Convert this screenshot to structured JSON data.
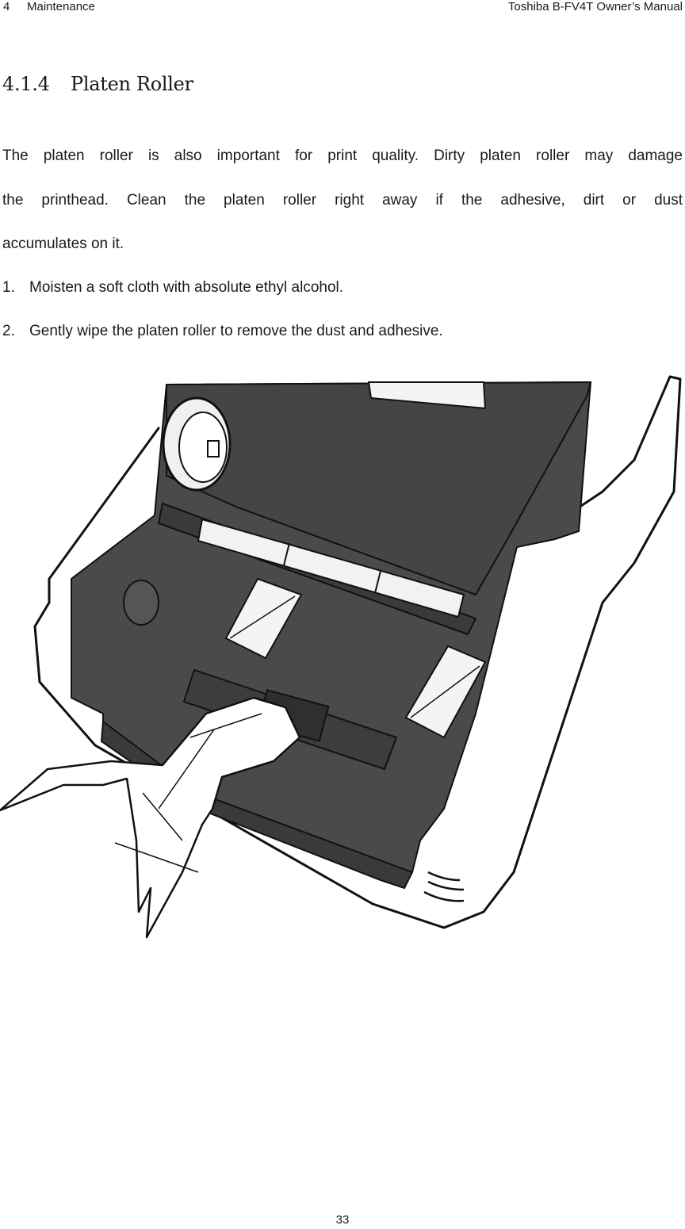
{
  "header": {
    "chapter_number": "4",
    "chapter_title": "Maintenance",
    "manual_title": "Toshiba B-FV4T Owner’s Manual"
  },
  "section": {
    "number": "4.1.4",
    "title": "Platen Roller"
  },
  "intro": {
    "line1": "The platen roller is also important for print quality. Dirty platen roller may damage",
    "line2": "the printhead. Clean the platen roller right away if the adhesive, dirt or dust",
    "line3": "accumulates on it."
  },
  "steps": [
    {
      "number": "1.",
      "text": "Moisten a soft cloth with absolute ethyl alcohol."
    },
    {
      "number": "2.",
      "text": "Gently wipe the platen roller to remove the dust and adhesive."
    }
  ],
  "figure": {
    "colors": {
      "body": "#4a4a4a",
      "outline": "#111111",
      "shell": "#ffffff",
      "roller": "#f2f2f2"
    }
  },
  "footer": {
    "page_number": "33"
  }
}
